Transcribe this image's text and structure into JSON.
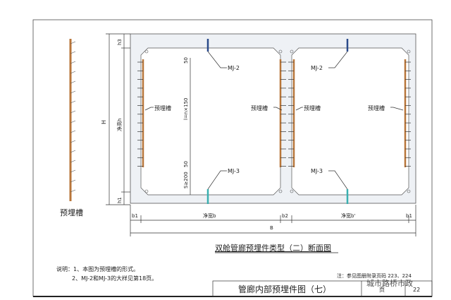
{
  "sample": {
    "label": "预埋槽"
  },
  "dims": {
    "H": "H",
    "h3": "h3",
    "clear_height": "净高h",
    "h1": "h1",
    "top_offset": "50",
    "spacing": "l=n×150",
    "bottom_offset": "50",
    "S": "S≥200",
    "b1_left": "b1",
    "clear_width_b": "净宽b",
    "b2": "b2",
    "clear_width_b2": "净宽b'",
    "b1_right": "b1",
    "B": "B"
  },
  "labels": {
    "mj2_left": "MJ-2",
    "mj3_left": "MJ-3",
    "mj2_right": "MJ-2",
    "mj3_right": "MJ-3",
    "channel_1": "预埋槽",
    "channel_2": "预埋槽",
    "channel_3": "预埋槽",
    "channel_4": "预埋槽"
  },
  "section_title": "双舱管廊预埋件类型（二）断面图",
  "notes": {
    "line1": "说明：1、本图为预埋槽的形式。",
    "line2": "2、MJ-2和MJ-3的大样见第18页。"
  },
  "ref_note": "注：参见图册附录页码 223、224",
  "title_block": {
    "title": "管廊内部预埋件图（七）",
    "page_label": "页",
    "page_number": "22"
  },
  "watermark": "城市路桥市政",
  "colors": {
    "channel": "#b8763a",
    "mj2": "#2a4a8a",
    "mj3": "#3ab0b0",
    "slab": "#eef1f5"
  }
}
